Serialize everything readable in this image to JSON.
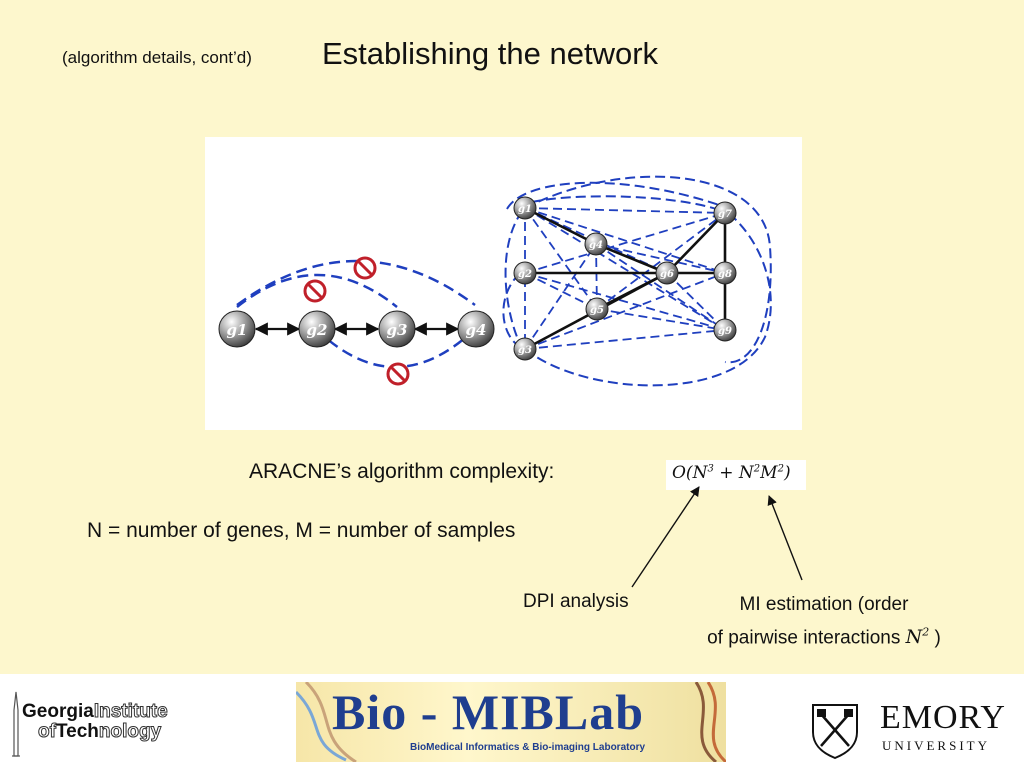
{
  "slide": {
    "subtitle": "(algorithm details, cont’d)",
    "title": "Establishing the network"
  },
  "diagram": {
    "left_nodes": [
      "g1",
      "g2",
      "g3",
      "g4"
    ],
    "right_nodes": [
      "g1",
      "g4",
      "g2",
      "g6",
      "g8",
      "g7",
      "g5",
      "g3",
      "g9"
    ],
    "edge_color": "#1f3fbf",
    "no_symbol_icon": "prohibited-icon"
  },
  "complexity": {
    "label": "ARACNE’s algorithm complexity:",
    "formula_parts": [
      "O(N",
      "3",
      " + N",
      "2",
      "M",
      "2",
      ")"
    ]
  },
  "definition": "N = number of genes, M = number of samples",
  "notes": {
    "dpi": "DPI analysis",
    "mi_line1": "MI estimation (order",
    "mi_line2": "of pairwise interactions ",
    "mi_var": "N",
    "mi_exp": "2",
    "mi_close": " )"
  },
  "footer": {
    "gt_logo": {
      "line1_bold": "Georgia",
      "line1_light": "Institute",
      "line2_light1": "of",
      "line2_bold": "Tech",
      "line2_light2": "nology"
    },
    "bio_logo": {
      "title": "Bio - MIBLab",
      "subtitle": "BioMedical Informatics & Bio-imaging Laboratory"
    },
    "emory_logo": {
      "name": "EMORY",
      "sub": "UNIVERSITY"
    }
  }
}
